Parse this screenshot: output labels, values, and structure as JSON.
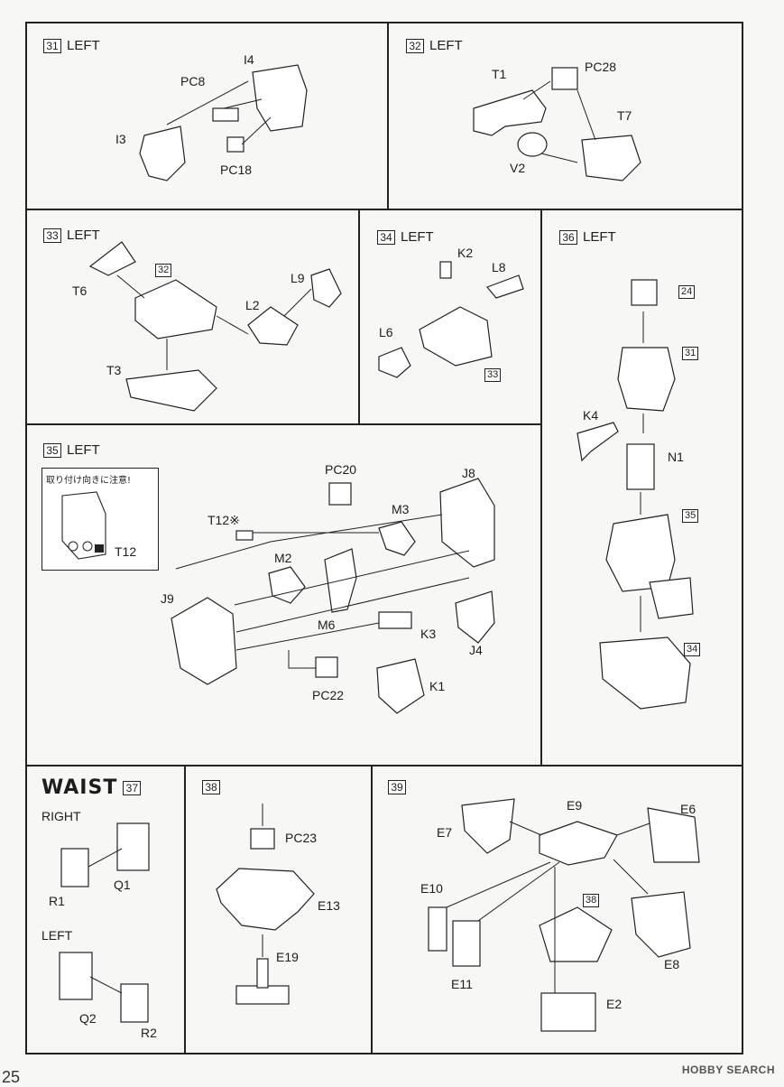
{
  "steps": {
    "s31": {
      "num": "31",
      "side": "LEFT",
      "parts": [
        "I4",
        "PC8",
        "I3",
        "PC18"
      ]
    },
    "s32": {
      "num": "32",
      "side": "LEFT",
      "parts": [
        "T1",
        "PC28",
        "T7",
        "V2"
      ]
    },
    "s33": {
      "num": "33",
      "side": "LEFT",
      "parts": [
        "T6",
        "L9",
        "L2",
        "T3"
      ],
      "ref": "32"
    },
    "s34": {
      "num": "34",
      "side": "LEFT",
      "parts": [
        "K2",
        "L8",
        "L6"
      ],
      "ref": "33"
    },
    "s35": {
      "num": "35",
      "side": "LEFT",
      "parts": [
        "PC20",
        "J8",
        "T12※",
        "M3",
        "M2",
        "J9",
        "M6",
        "K3",
        "J4",
        "PC22",
        "K1"
      ],
      "note": {
        "text": "取り付け向きに注意!",
        "part": "T12"
      }
    },
    "s36": {
      "num": "36",
      "side": "LEFT",
      "parts": [
        "K4",
        "N1"
      ],
      "refs": [
        "24",
        "31",
        "35",
        "34"
      ]
    },
    "s37": {
      "title": "WAIST",
      "num": "37",
      "right": "RIGHT",
      "left": "LEFT",
      "parts": [
        "R1",
        "Q1",
        "Q2",
        "R2"
      ]
    },
    "s38": {
      "num": "38",
      "parts": [
        "PC23",
        "E13",
        "E19"
      ]
    },
    "s39": {
      "num": "39",
      "parts": [
        "E9",
        "E7",
        "E6",
        "E10",
        "E11",
        "E8",
        "E2"
      ],
      "ref": "38"
    }
  },
  "watermark": "HOBBY SEARCH",
  "page_fragment": "25"
}
